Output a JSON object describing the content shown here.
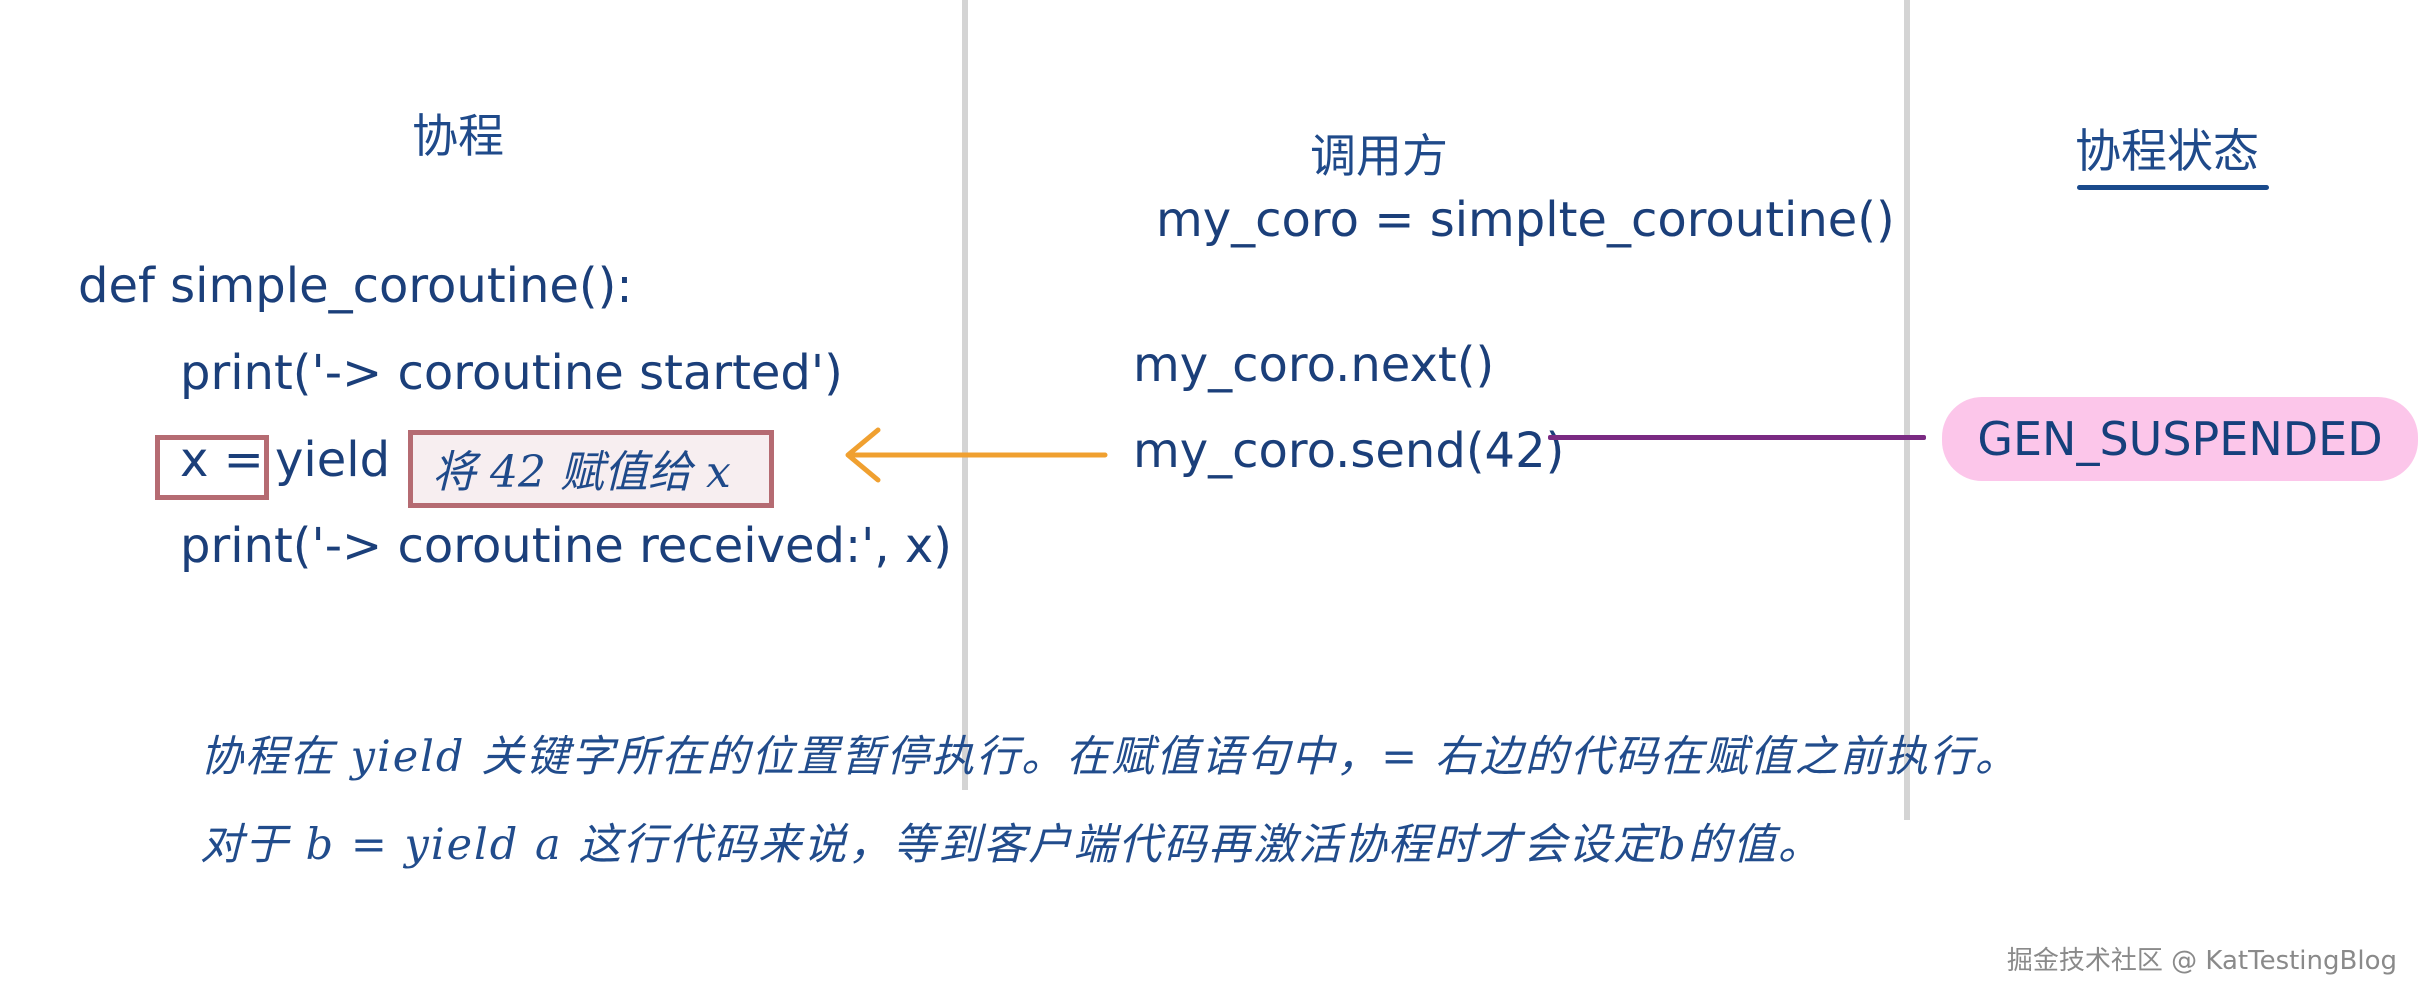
{
  "columns": {
    "coroutine_heading": "协程",
    "caller_heading": "调用方",
    "state_heading": "协程状态"
  },
  "code": {
    "line1": "def simple_coroutine():",
    "line2": "print('-> coroutine started')",
    "line3_x": "x =",
    "line3_yield": "yield",
    "line3_note": "将 42 赋值给 x",
    "line4": "print('-> coroutine received:', x)"
  },
  "caller": {
    "line1": "my_coro = simplte_coroutine()",
    "line2": "my_coro.next()",
    "line3": "my_coro.send(42)"
  },
  "state": {
    "value": "GEN_SUSPENDED"
  },
  "notes": {
    "line1": "协程在 yield 关键字所在的位置暂停执行。在赋值语句中，= 右边的代码在赋值之前执行。",
    "line2": "对于 b = yield a 这行代码来说，等到客户端代码再激活协程时才会设定b的值。"
  },
  "watermark": "掘金技术社区 @ KatTestingBlog",
  "colors": {
    "text": "#1b3f7a",
    "divider": "#d4d4d4",
    "box_border": "#b56b72",
    "arrow": "#f0a030",
    "connector": "#7a2a82",
    "pill_fill": "#fcc6ea",
    "underline": "#1a4a8c"
  }
}
